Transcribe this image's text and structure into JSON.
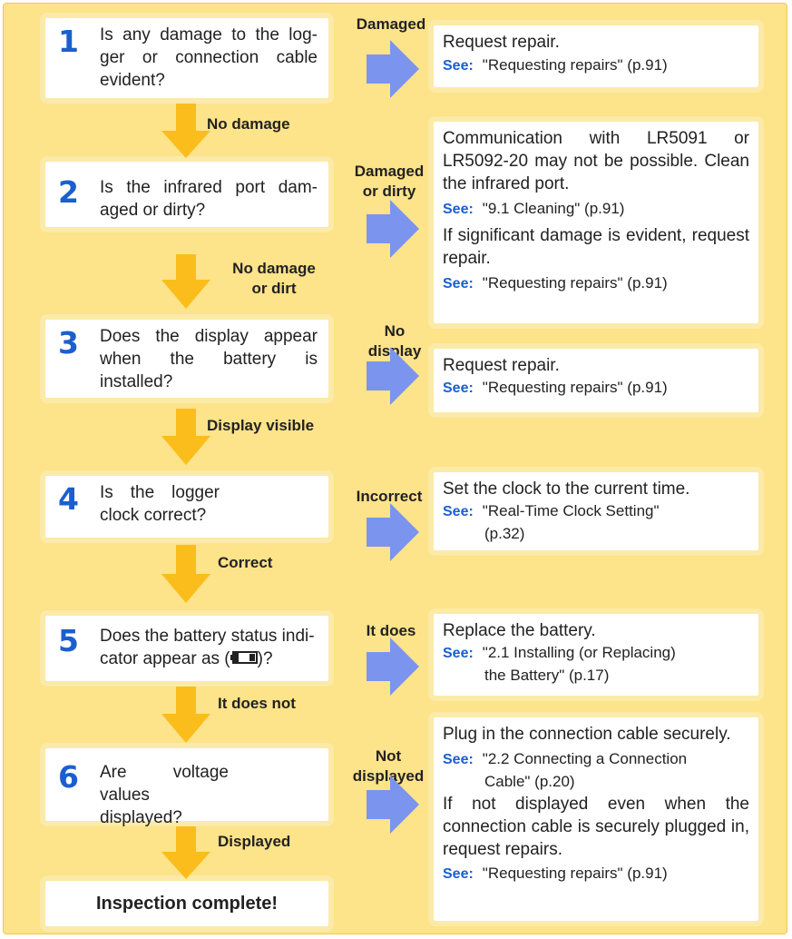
{
  "steps": [
    {
      "number": "1",
      "question": "Is any damage to the log-ger or connection cable evident?",
      "next_label": "No damage",
      "branch_label": "Damaged",
      "action": {
        "lines": [
          "Request repair."
        ],
        "refs": [
          {
            "see": "See:",
            "text": "\"Requesting repairs\" (p.91)"
          }
        ]
      }
    },
    {
      "number": "2",
      "question": "Is the infrared port dam-aged or dirty?",
      "next_label": "No damage or dirt",
      "branch_label": "Damaged or dirty",
      "action": {
        "text1": "Communication with LR5091 or LR5092-20 may not be possible. Clean the infrared port.",
        "ref1": "\"9.1  Cleaning\" (p.91)",
        "text2": "If significant damage is evident, request repair.",
        "ref2": "\"Requesting repairs\" (p.91)",
        "see": "See:"
      }
    },
    {
      "number": "3",
      "question": "Does the display appear when the battery is installed?",
      "next_label": "Display visible",
      "branch_label": "No display",
      "action": {
        "text1": "Request repair.",
        "see": "See:",
        "ref1": "\"Requesting repairs\" (p.91)"
      }
    },
    {
      "number": "4",
      "question": "Is the logger clock correct?",
      "next_label": "Correct",
      "branch_label": "Incorrect",
      "action": {
        "text1": "Set the clock to the current time.",
        "see": "See:",
        "ref1": "\"Real-Time Clock Setting\"",
        "ref1b": "(p.32)"
      }
    },
    {
      "number": "5",
      "question_a": "Does the battery status indi-",
      "question_b": "cator appear as (",
      "question_c": ")?",
      "next_label": "It does not",
      "branch_label": "It does",
      "action": {
        "text1": "Replace the battery.",
        "see": "See:",
        "ref1": "\"2.1  Installing (or Replacing)",
        "ref1b": "the Battery\" (p.17)"
      }
    },
    {
      "number": "6",
      "question": "Are voltage values displayed?",
      "next_label": "Displayed",
      "branch_label": "Not displayed",
      "action": {
        "text1": "Plug in the connection cable securely.",
        "see": "See:",
        "ref1": "\"2.2 Connecting a Connection",
        "ref1b": "Cable\" (p.20)",
        "text2": "If not displayed even when the connection cable is securely plugged in, request repairs.",
        "ref2": "\"Requesting repairs\" (p.91)"
      }
    }
  ],
  "final": "Inspection complete!",
  "colors": {
    "panel": "#fde38a",
    "number": "#1b5fce",
    "down_arrow": "#fbbd1c",
    "right_arrow": "#7b94ee"
  }
}
